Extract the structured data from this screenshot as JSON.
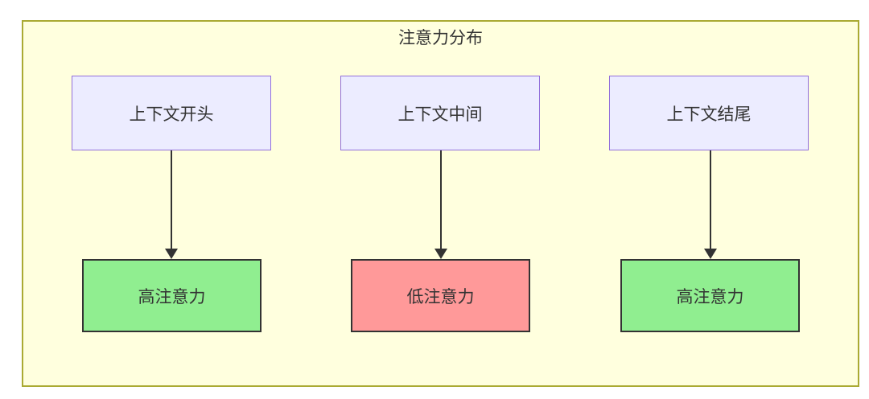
{
  "diagram": {
    "title": "注意力分布",
    "type": "flowchart",
    "colors": {
      "panel_bg": "#ffffde",
      "panel_border": "#aaaa33",
      "source_node_bg": "#ececff",
      "source_node_border": "#9370db",
      "high_attention_bg": "#90ee90",
      "low_attention_bg": "#ff9999",
      "result_node_border": "#333333",
      "edge_line": "#333333",
      "text": "#333333"
    },
    "columns": [
      {
        "source": "上下文开头",
        "result": "高注意力",
        "level": "high"
      },
      {
        "source": "上下文中间",
        "result": "低注意力",
        "level": "low"
      },
      {
        "source": "上下文结尾",
        "result": "高注意力",
        "level": "high"
      }
    ]
  }
}
